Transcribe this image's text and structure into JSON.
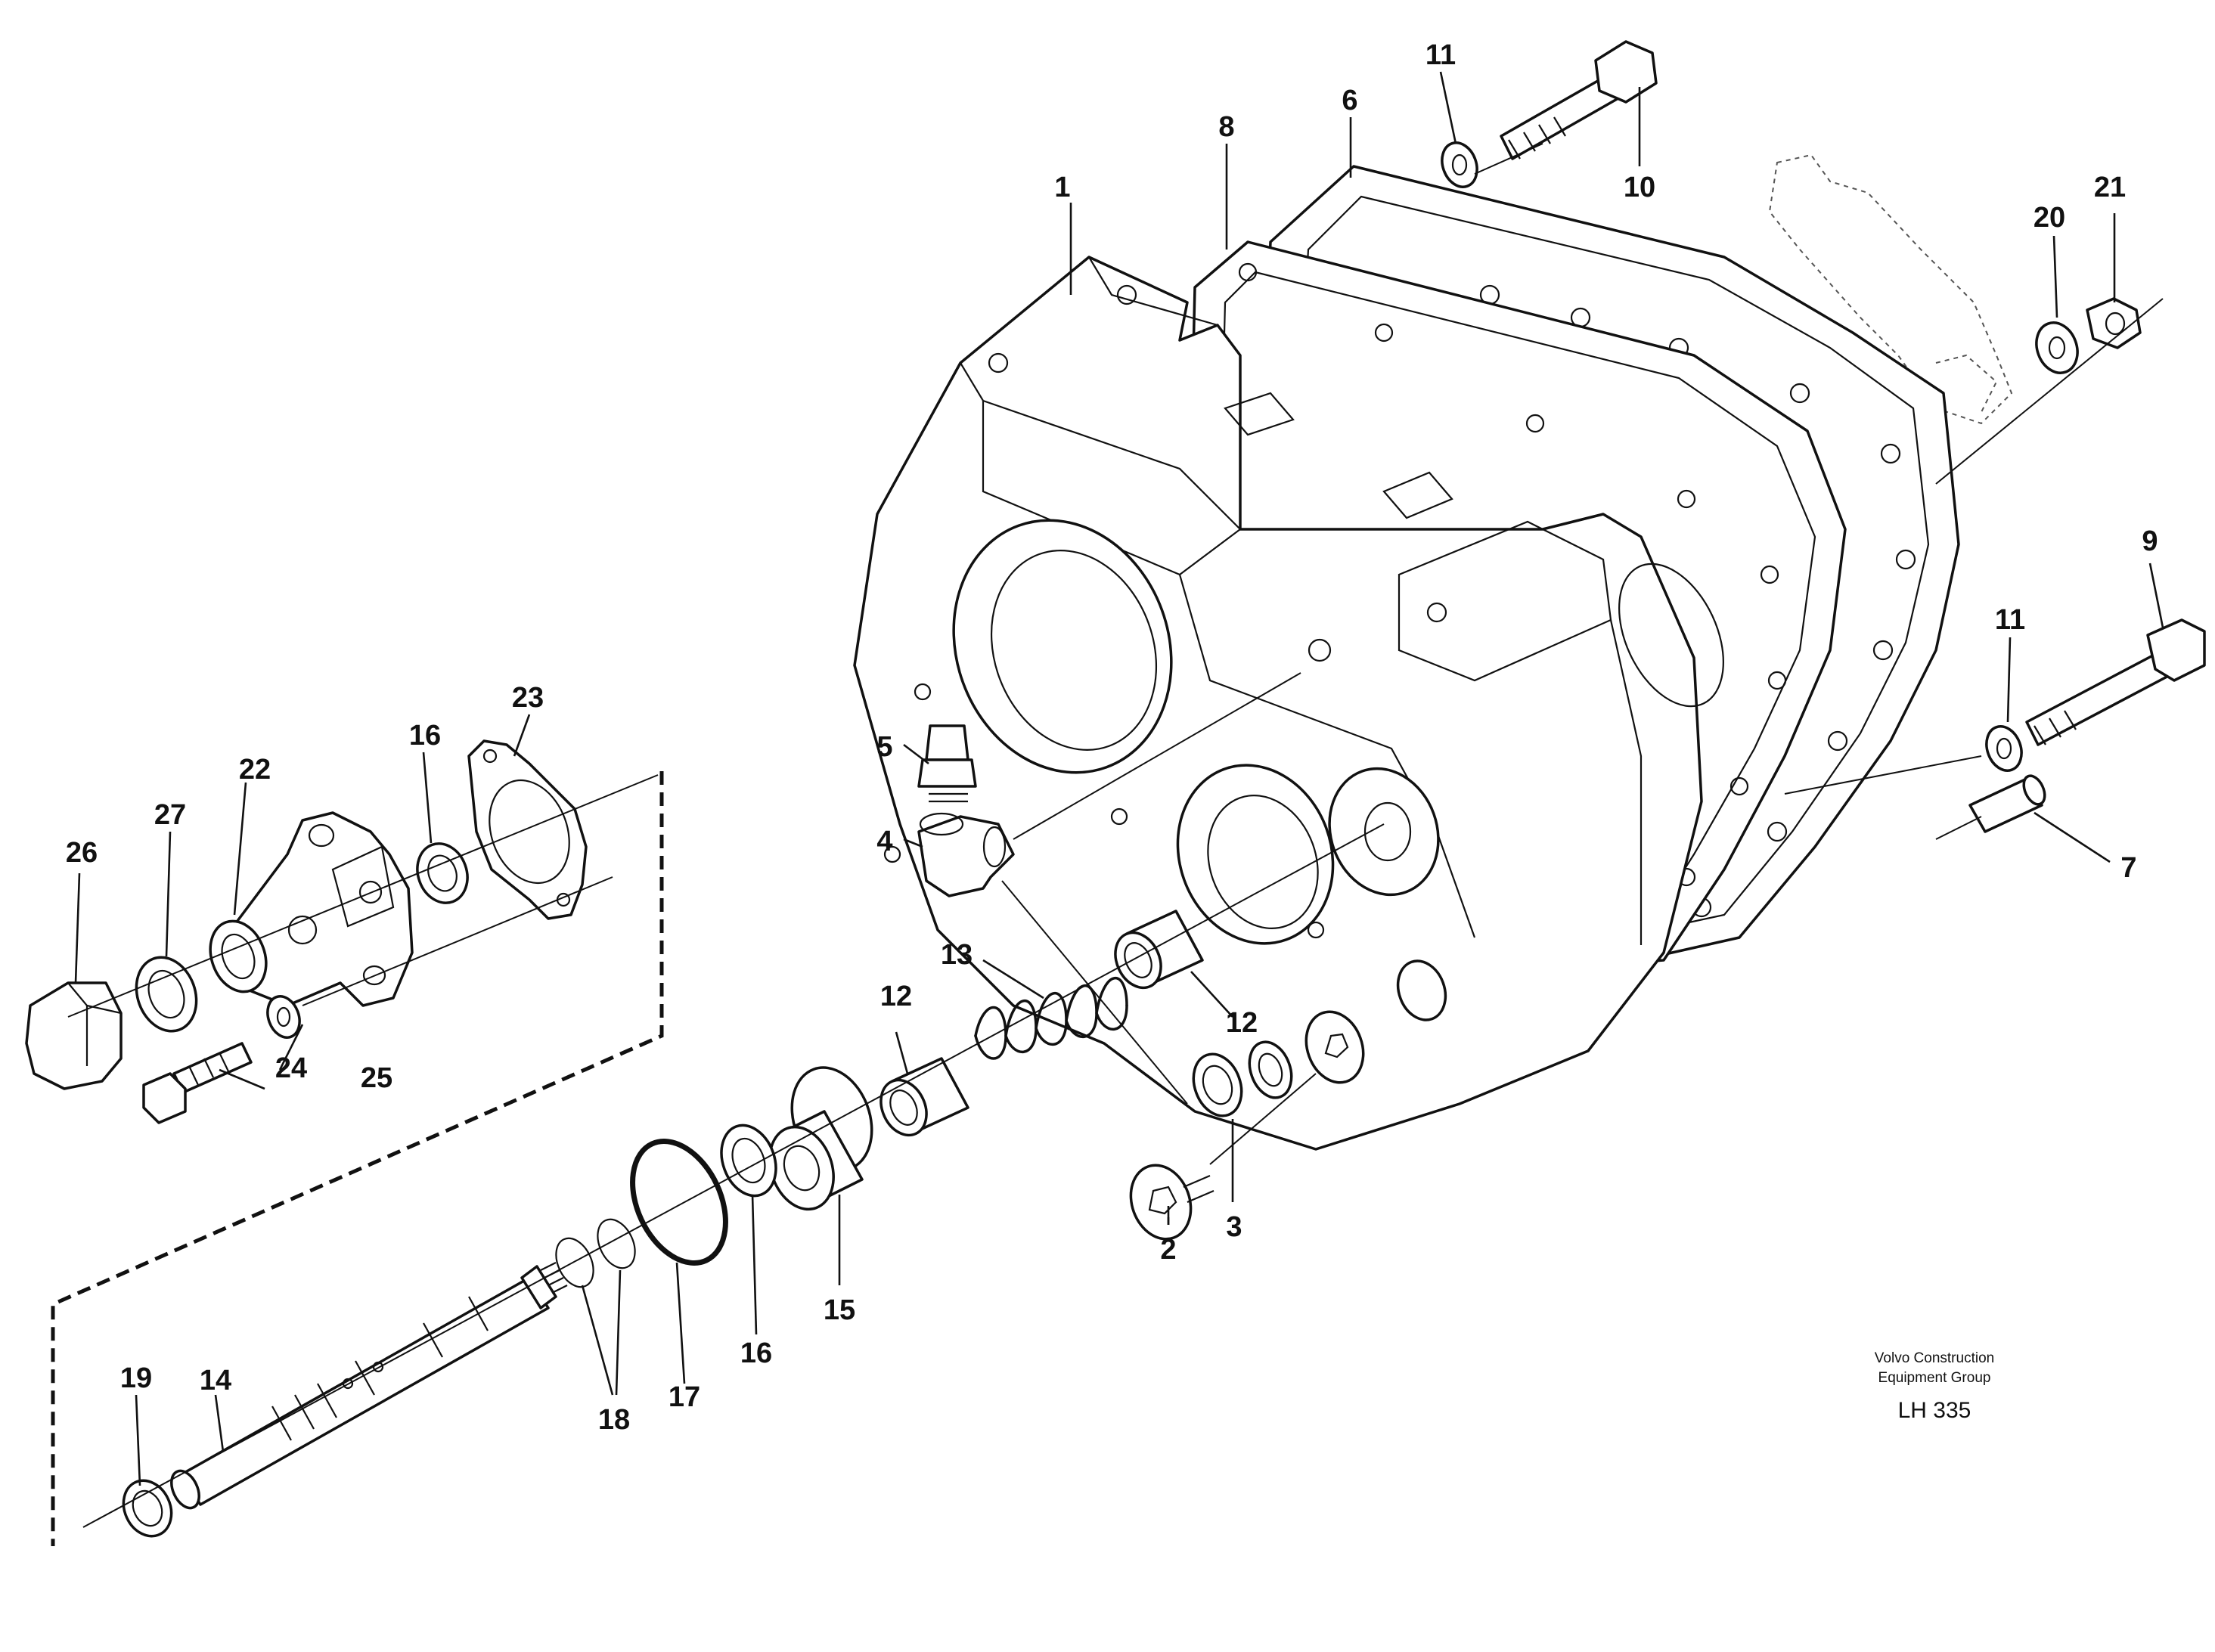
{
  "diagram": {
    "brand_line1": "Volvo Construction",
    "brand_line2": "Equipment Group",
    "doc_code": "LH 335",
    "callouts": [
      "1",
      "2",
      "3",
      "4",
      "5",
      "6",
      "7",
      "8",
      "9",
      "10",
      "11",
      "11",
      "12",
      "12",
      "13",
      "14",
      "15",
      "16",
      "16",
      "17",
      "18",
      "19",
      "20",
      "21",
      "22",
      "23",
      "24",
      "25",
      "26",
      "27"
    ]
  }
}
